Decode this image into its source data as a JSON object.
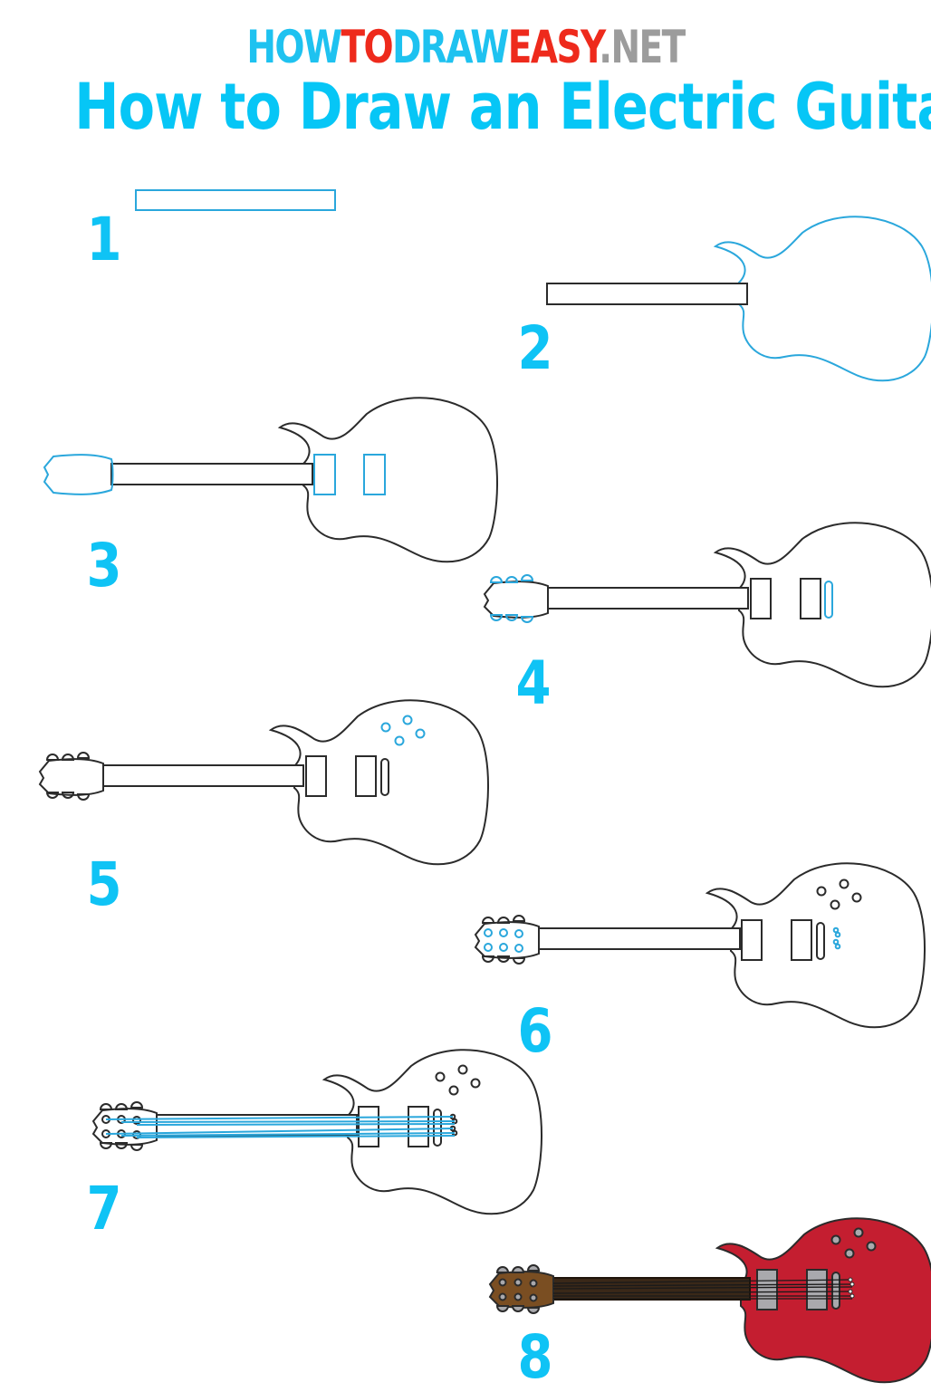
{
  "header": {
    "brand_part1": "HOW",
    "brand_part2": "TO",
    "brand_part3": "DRAW",
    "brand_part4": "EASY",
    "brand_part5": ".NET",
    "title": "How to Draw an Electric Guitar"
  },
  "colors": {
    "accent_blue": "#0fc3f5",
    "brand_red": "#ee2a1c",
    "brand_gray": "#9c9c9c",
    "outline": "#2b2b2b",
    "new_line_blue": "#2aa7dc",
    "final_body_red": "#c41e30",
    "final_neck_brown": "#3a2818",
    "final_headstock_brown": "#7a4e22",
    "final_hardware_gray": "#a9a9ad"
  },
  "steps": [
    {
      "number": "1",
      "description": "neck rectangle"
    },
    {
      "number": "2",
      "description": "body outline"
    },
    {
      "number": "3",
      "description": "headstock and pickups"
    },
    {
      "number": "4",
      "description": "tuning pegs and bridge"
    },
    {
      "number": "5",
      "description": "control knobs"
    },
    {
      "number": "6",
      "description": "tuner posts and tailpiece"
    },
    {
      "number": "7",
      "description": "strings"
    },
    {
      "number": "8",
      "description": "color"
    }
  ]
}
